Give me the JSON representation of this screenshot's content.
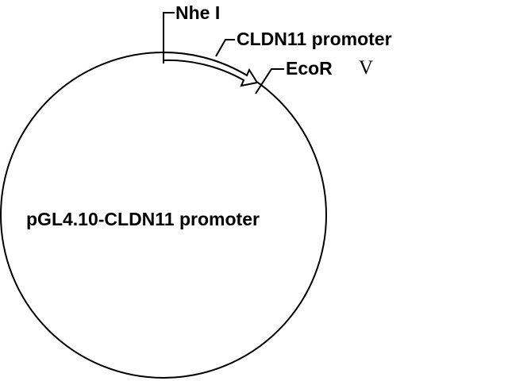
{
  "plasmid": {
    "name": "pGL4.10-CLDN11 promoter"
  },
  "labels": {
    "site1_name": "Nhe I",
    "insert_name": "CLDN11 promoter",
    "site2_prefix": "EcoR",
    "site2_roman": "V"
  },
  "colors": {
    "line": "#000000",
    "background": "#ffffff",
    "arrow_fill": "#ffffff"
  },
  "icons": {
    "insert_arrow": "curved-arrow-icon"
  }
}
